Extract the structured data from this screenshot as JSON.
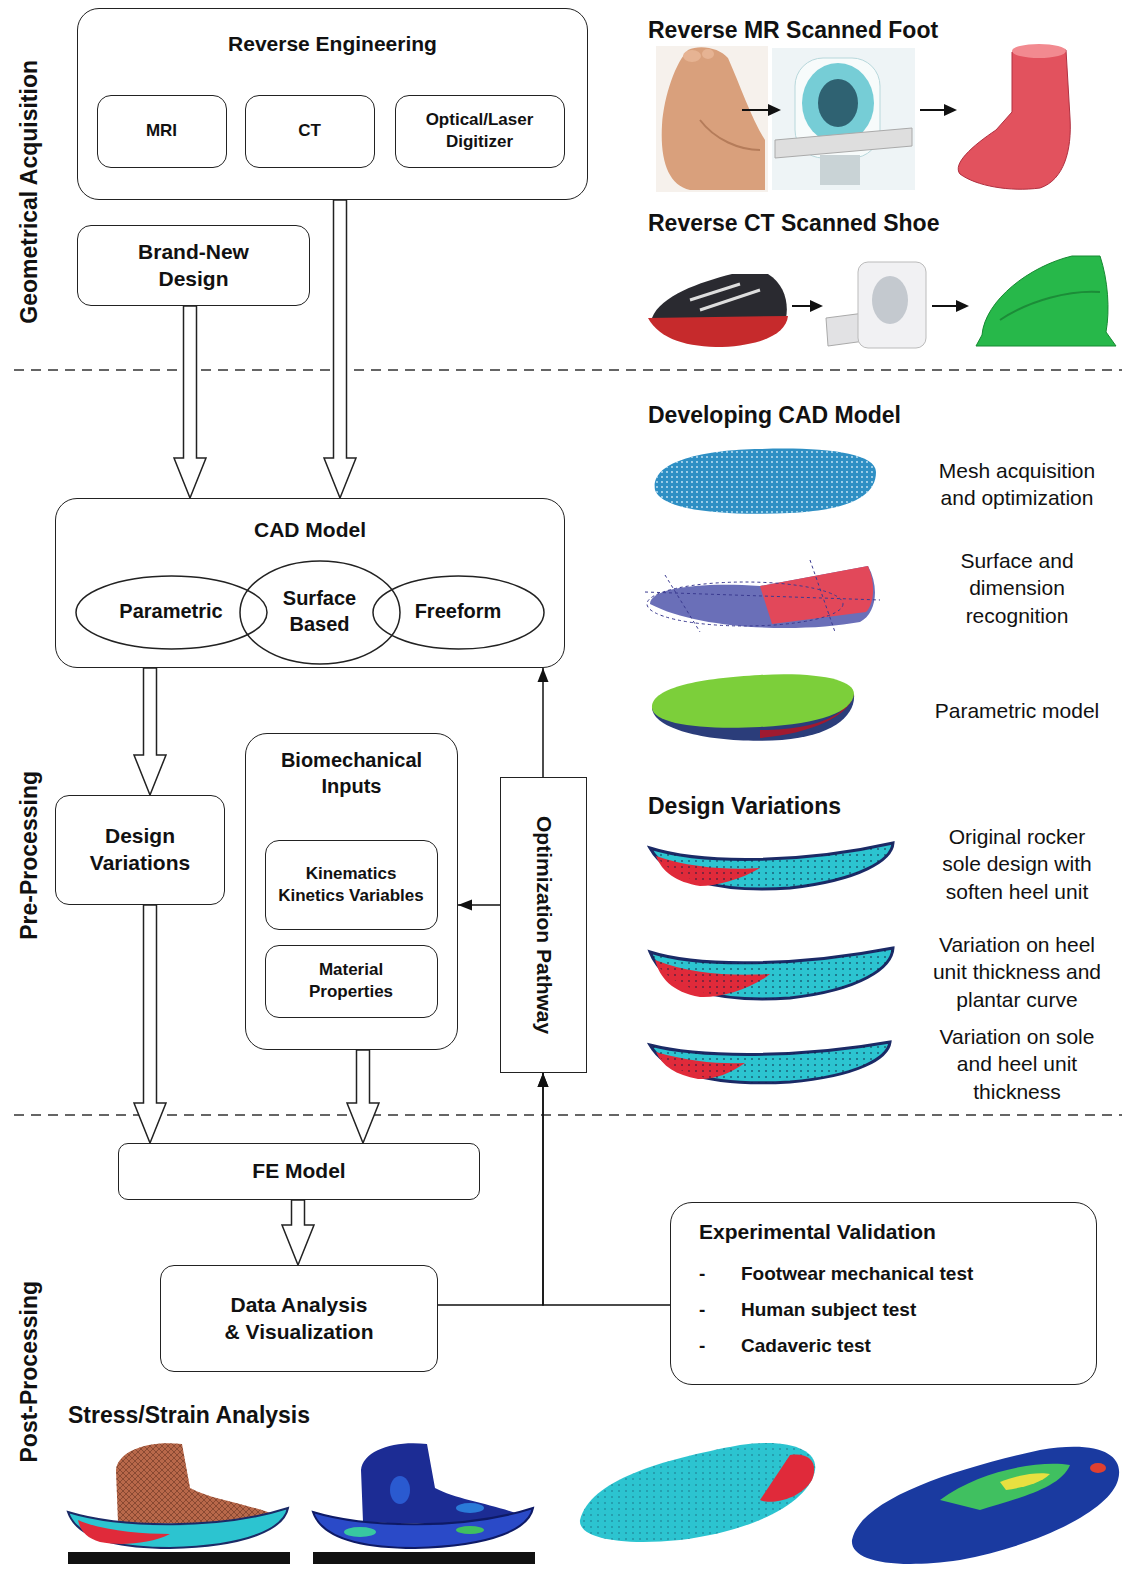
{
  "diagram": {
    "nodes": [
      {
        "text": [
          "Reverse Engineering"
        ]
      },
      {
        "text": [
          "MRI"
        ],
        "in": 0
      },
      {
        "text": [
          "CT"
        ],
        "in": 0
      },
      {
        "text": [
          "Optical/Laser Digitizer"
        ],
        "in": 0
      },
      {
        "text": [
          "Brand-New Design"
        ]
      },
      {
        "text": [
          "CAD Model"
        ]
      },
      {
        "text": [
          "Parametric"
        ],
        "in": 5
      },
      {
        "text": [
          "Surface Based"
        ],
        "in": 5
      },
      {
        "text": [
          "Freeform"
        ],
        "in": 5
      },
      {
        "text": [
          "Design Variations"
        ]
      },
      {
        "text": [
          "Biomechanical Inputs"
        ]
      },
      {
        "text": [
          "Kinematics Kinetics Variables"
        ],
        "in": 10
      },
      {
        "text": [
          "Material Properties"
        ],
        "in": 10
      },
      {
        "text": [
          "Optimization Pathway"
        ]
      },
      {
        "text": [
          "FE Model"
        ]
      },
      {
        "text": [
          "Data Analysis & Visualization"
        ]
      },
      {
        "text": [
          "Experimental Validation",
          "-",
          "Footwear mechanical test",
          "-",
          "Human subject test",
          "-",
          "Cadaveric test"
        ]
      }
    ],
    "edges": [
      {
        "from": 0,
        "to": 5,
        "arrow": "to"
      },
      {
        "from": 4,
        "to": 5,
        "arrow": "to"
      },
      {
        "from": 5,
        "to": 9,
        "arrow": "to"
      },
      {
        "from": 9,
        "to": 14,
        "arrow": "to"
      },
      {
        "from": 10,
        "to": 14,
        "arrow": "to"
      },
      {
        "from": 14,
        "to": 15,
        "arrow": "to"
      },
      {
        "from": 13,
        "to": 5,
        "arrow": "to"
      },
      {
        "from": 13,
        "to": 10,
        "arrow": "to"
      },
      {
        "from": 15,
        "to": 13,
        "arrow": "to"
      },
      {
        "from": 16,
        "to": 13,
        "arrow": "to"
      }
    ],
    "labels": [
      "Geometrical Acquisition",
      "Reverse MR Scanned Foot",
      "Reverse CT Scanned Shoe",
      "Pre-Processing",
      "Developing CAD Model",
      "Mesh acquisition and optimization",
      "Surface and dimension recognition",
      "Parametric model",
      "Design Variations",
      "Original rocker sole design with soften heel unit",
      "Variation on heel unit thickness and plantar curve",
      "Variation on sole and heel unit thickness",
      "Post-Processing",
      "Stress/Strain Analysis"
    ]
  }
}
